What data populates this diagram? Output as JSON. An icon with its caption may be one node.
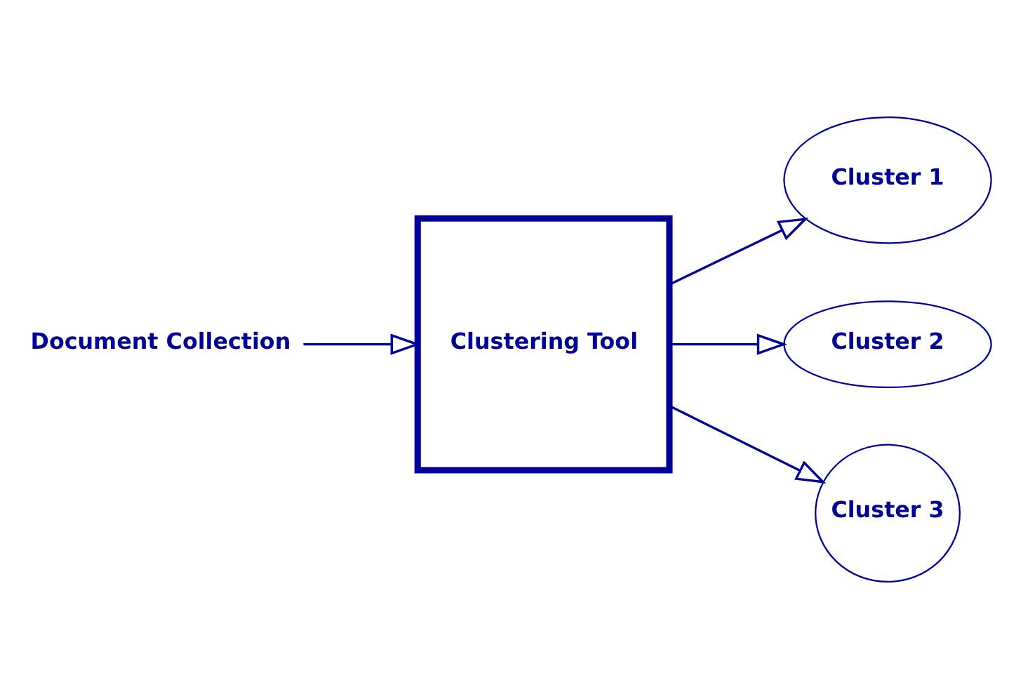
{
  "diagram": {
    "nodes": [
      {
        "text": [
          "Document Collection"
        ]
      },
      {
        "text": [
          "Clustering Tool"
        ]
      },
      {
        "text": [
          "Cluster 1"
        ]
      },
      {
        "text": [
          "Cluster 2"
        ]
      },
      {
        "text": [
          "Cluster 3"
        ]
      }
    ],
    "edges": [
      {
        "from": 0,
        "to": 1,
        "arrow": "to"
      },
      {
        "from": 1,
        "to": 2,
        "arrow": "to"
      },
      {
        "from": 1,
        "to": 3,
        "arrow": "to"
      },
      {
        "from": 1,
        "to": 4,
        "arrow": "to"
      }
    ]
  }
}
